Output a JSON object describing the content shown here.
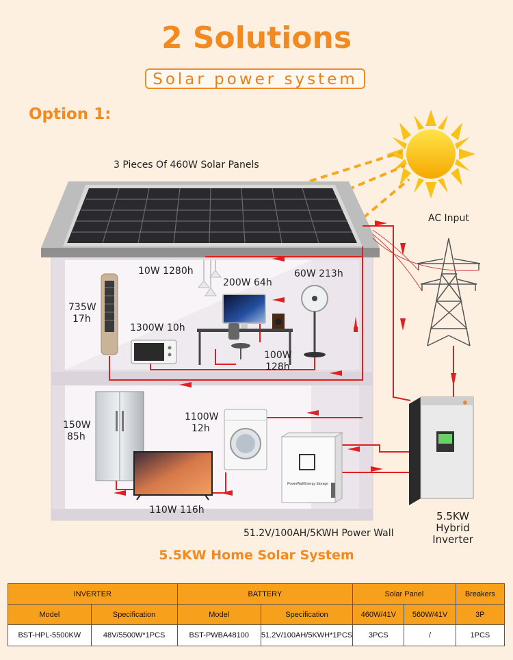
{
  "header": {
    "title": "2 Solutions",
    "subtitle": "Solar power system",
    "option": "Option 1:"
  },
  "labels": {
    "panels": "3 Pieces Of 460W Solar Panels",
    "ac_input": "AC Input",
    "lamp": "10W 1280h",
    "computer": "200W 64h",
    "fan": "60W 213h",
    "ac_unit_w": "735W",
    "ac_unit_h": "17h",
    "microwave": "1300W 10h",
    "speaker_w": "100W",
    "speaker_h": "128h",
    "fridge_w": "150W",
    "fridge_h": "85h",
    "washer_w": "1100W",
    "washer_h": "12h",
    "tv": "110W 116h",
    "battery": "51.2V/100AH/5KWH Power Wall",
    "inverter_line1": "5.5KW",
    "inverter_line2": "Hybrid Inverter",
    "battery_front": "PowerWall Energy Storage"
  },
  "system_title": "5.5KW Home Solar System",
  "table": {
    "groups": [
      "INVERTER",
      "BATTERY",
      "Solar Panel",
      "Breakers"
    ],
    "subheaders": [
      "Model",
      "Specification",
      "Model",
      "Specification",
      "460W/41V",
      "560W/41V",
      "3P"
    ],
    "row": [
      "BST-HPL-5500KW",
      "48V/5500W*1PCS",
      "BST-PWBA48100",
      "51.2V/100AH/5KWH*1PCS",
      "3PCS",
      "/",
      "1PCS"
    ]
  },
  "colors": {
    "accent": "#f28a22",
    "wire": "#e02020",
    "background": "#fdf0e1"
  }
}
